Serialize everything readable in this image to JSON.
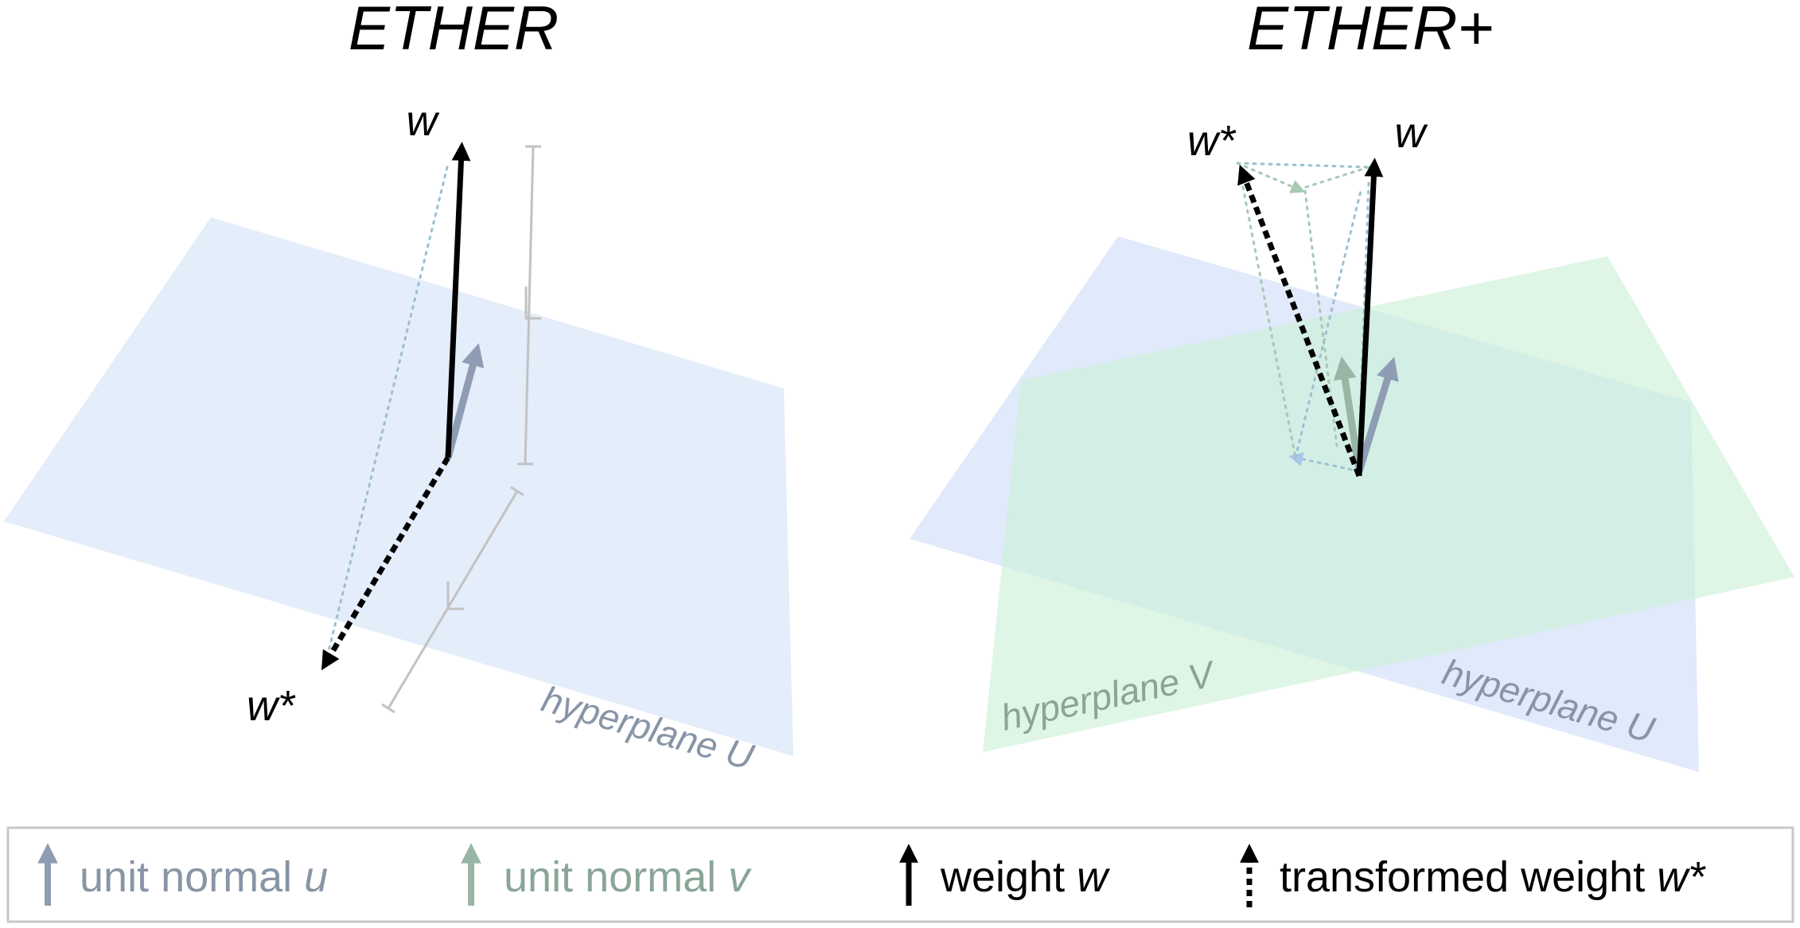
{
  "titles": {
    "left": "ETHER",
    "right": "ETHER+"
  },
  "left_panel": {
    "w_label": "w",
    "w_star_label": "w*",
    "plane_u_label": "hyperplane U"
  },
  "right_panel": {
    "w_label": "w",
    "w_star_label": "w*",
    "plane_u_label": "hyperplane U",
    "plane_v_label": "hyperplane V"
  },
  "legend": {
    "items": [
      {
        "text": "unit normal ",
        "var": "u",
        "color": "#8e9db3",
        "icon": "arrow-up-icon"
      },
      {
        "text": "unit normal ",
        "var": "v",
        "color": "#98b5a5",
        "icon": "arrow-up-icon"
      },
      {
        "text": "weight ",
        "var": "w",
        "color": "#000000",
        "icon": "arrow-up-icon"
      },
      {
        "text": "transformed weight ",
        "var": "w*",
        "color": "#000000",
        "icon": "dashed-arrow-up-icon"
      }
    ]
  },
  "colors": {
    "plane_u": "#dfe9f8",
    "plane_v": "#cdf2da",
    "normal_u": "#8e9db3",
    "normal_v": "#98b5a5",
    "dotted_u": "#9cc0d2",
    "dotted_v": "#a7c9b6",
    "length_marker": "#c2c2c2"
  }
}
